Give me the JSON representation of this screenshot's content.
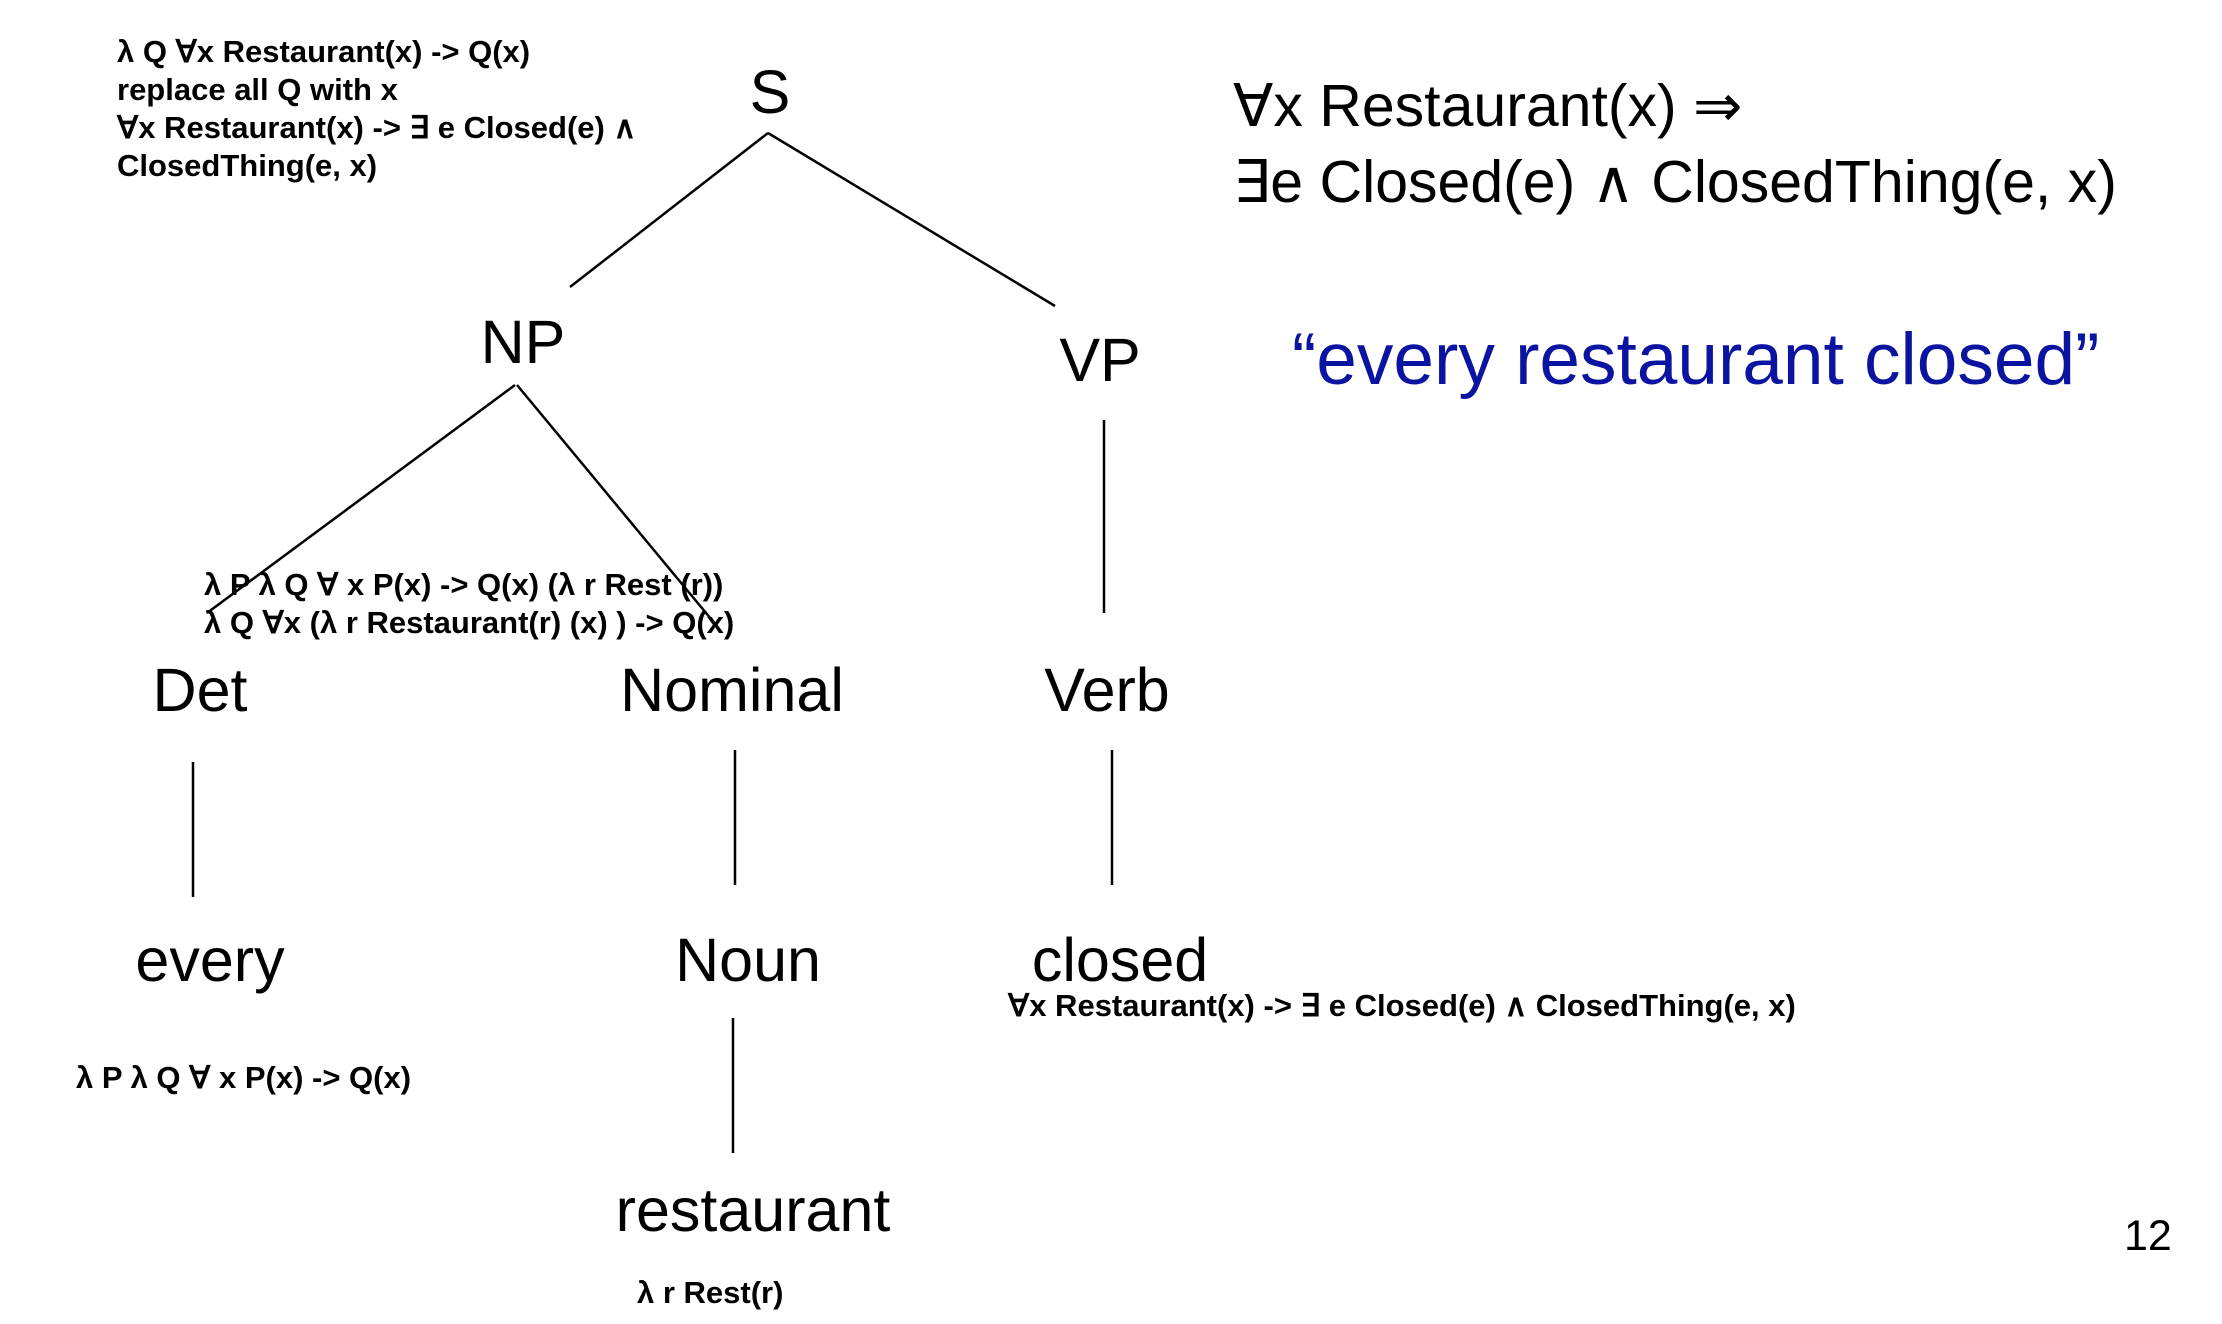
{
  "tree": {
    "nodes": {
      "s": "S",
      "np": "NP",
      "vp": "VP",
      "det": "Det",
      "nominal": "Nominal",
      "verb": "Verb",
      "every": "every",
      "noun": "Noun",
      "closed": "closed",
      "restaurant": "restaurant"
    }
  },
  "semantics": {
    "s_lines": [
      "λ Q ∀x Restaurant(x) -> Q(x)",
      "replace all Q with x",
      "∀x Restaurant(x) -> ∃ e Closed(e) ∧",
      "ClosedThing(e, x)"
    ],
    "np_lines": [
      "λ P λ Q ∀ x P(x) -> Q(x) (λ r Rest (r))",
      "λ Q ∀x (λ r Restaurant(r) (x) ) -> Q(x)"
    ],
    "every": "λ P λ Q ∀ x P(x) -> Q(x)",
    "closed": "∀x Restaurant(x) -> ∃ e Closed(e) ∧ ClosedThing(e, x)",
    "restaurant": "λ r Rest(r)"
  },
  "final_formula": {
    "lines": [
      "∀x Restaurant(x) ⇒",
      "∃e Closed(e) ∧ ClosedThing(e, x)"
    ]
  },
  "sentence": "“every restaurant closed”",
  "page_number": "12",
  "colors": {
    "text": "#000000",
    "sentence": "#0a14a0",
    "edge": "#000000",
    "background": "#ffffff"
  }
}
